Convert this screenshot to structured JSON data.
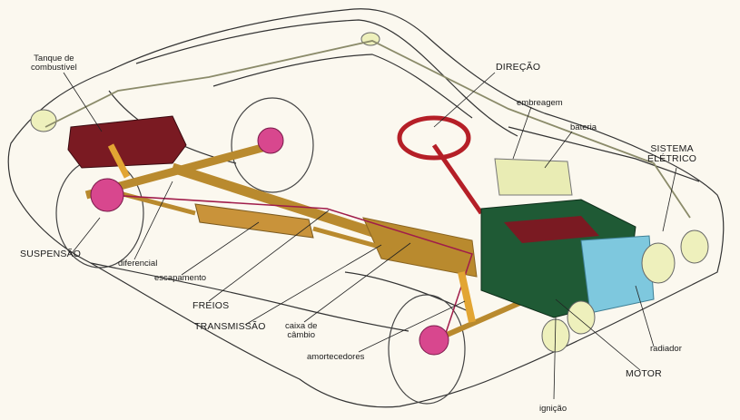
{
  "labels": {
    "tanque": "Tanque de\ncombustível",
    "direcao": "DIREÇÃO",
    "embreagem": "embreagem",
    "bateria": "bateria",
    "sistema_eletrico": "SISTEMA\nELÉTRICO",
    "suspensao": "SUSPENSÃO",
    "diferencial": "diferencial",
    "escapamento": "escapamento",
    "freios": "FREIOS",
    "transmissao": "TRANSMISSÃO",
    "caixa_cambio": "caixa de\ncâmbio",
    "amortecedores": "amortecedores",
    "radiador": "radiador",
    "motor": "MOTOR",
    "ignicao": "ignição"
  },
  "colors": {
    "tank": "#7a1a22",
    "brakes": "#d8478e",
    "driveline": "#b98a2e",
    "engine": "#1f5a35",
    "radiator": "#7ec8de",
    "battery": "#e9ecb4",
    "lamps": "#eef0bc",
    "outline": "#333333",
    "background": "#fbf8ef"
  }
}
